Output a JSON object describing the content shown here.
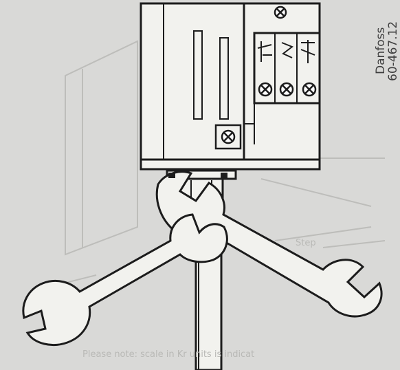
{
  "figure": {
    "caption_brand": "Danfoss",
    "caption_code": "60-467.12"
  },
  "colors": {
    "background": "#d9d9d7",
    "line": "#1c1c1c",
    "fill": "#f2f2ee",
    "ghost": "#bdbdba"
  },
  "parts": [
    "control-box",
    "terminal-block",
    "terminal-screw",
    "earth-screw",
    "pressure-connector",
    "upper-wrench",
    "lower-wrench",
    "pipe"
  ]
}
